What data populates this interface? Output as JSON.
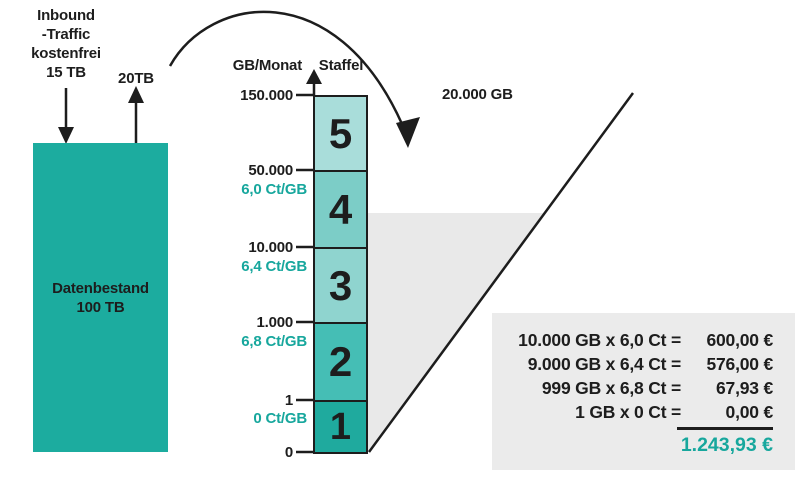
{
  "colors": {
    "teal": "#1cac9f",
    "accent_text": "#17a79d",
    "ink": "#1d1d1d",
    "gray_panel": "#ebebeb",
    "gray_area": "#e9e9e9",
    "tier_fills": {
      "t1": "#1faa9e",
      "t2": "#45beb5",
      "t3": "#8fd4cf",
      "t4": "#7ccdc7",
      "t5": "#a9ddda"
    }
  },
  "left": {
    "inbound_label": "Inbound\n-Traffic\nkostenfrei\n15 TB",
    "outbound_label": "20TB",
    "datastore_label": "Datenbestand\n100 TB"
  },
  "axis": {
    "unit_header": "GB/Monat",
    "tier_header": "Staffel",
    "ticks": [
      "150.000",
      "50.000",
      "10.000",
      "1.000",
      "1",
      "0"
    ]
  },
  "tiers": [
    {
      "num": "5",
      "price": ""
    },
    {
      "num": "4",
      "price": "6,0 Ct/GB"
    },
    {
      "num": "3",
      "price": "6,4 Ct/GB"
    },
    {
      "num": "2",
      "price": "6,8 Ct/GB"
    },
    {
      "num": "1",
      "price": "0 Ct/GB"
    }
  ],
  "annotation": {
    "consumption_label": "20.000 GB"
  },
  "calc": {
    "rows": [
      {
        "expr": "10.000 GB x 6,0 Ct =",
        "value": "600,00 €"
      },
      {
        "expr": "9.000 GB x 6,4 Ct =",
        "value": "576,00 €"
      },
      {
        "expr": "999 GB x 6,8 Ct =",
        "value": "67,93 €"
      },
      {
        "expr": "1 GB x 0 Ct =",
        "value": "0,00 €"
      }
    ],
    "total": "1.243,93 €"
  }
}
